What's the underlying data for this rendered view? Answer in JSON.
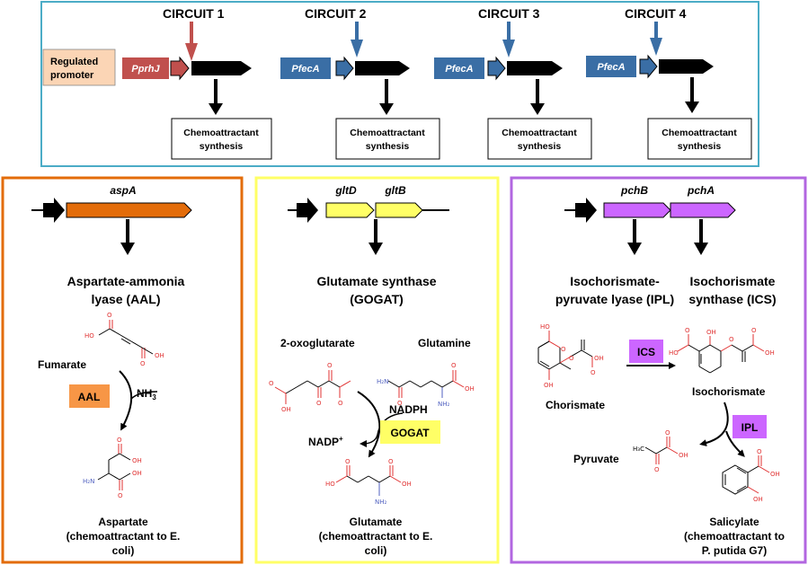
{
  "circuits": {
    "labels": [
      "CIRCUIT 1",
      "CIRCUIT 2",
      "CIRCUIT 3",
      "CIRCUIT 4"
    ],
    "regulated_promoter": "Regulated promoter",
    "regulated_promoter_l1": "Regulated",
    "regulated_promoter_l2": "promoter",
    "promoters": [
      "PprhJ",
      "PfecA",
      "PfecA",
      "PfecA"
    ],
    "output_l1": "Chemoattractant",
    "output_l2": "synthesis",
    "colors": {
      "circuit1": "#c0504d",
      "other": "#3a6ea5",
      "frame": "#4bacc6",
      "promoter_box": "#fbd5b5"
    }
  },
  "panels": [
    {
      "color": "#e36c0a",
      "genes": [
        "aspA"
      ],
      "gene_color": "#e36c0a",
      "enzyme": [
        "Aspartate-ammonia",
        "lyase (AAL)"
      ],
      "substrate": "Fumarate",
      "cofactor": "NH3",
      "enzyme_tag": "AAL",
      "tag_color": "#f79646",
      "product": "Aspartate",
      "product_note": [
        "(chemoattractant to E.",
        "coli)"
      ]
    },
    {
      "color": "#ffff66",
      "genes": [
        "gltD",
        "gltB"
      ],
      "gene_color": "#ffff66",
      "enzyme": [
        "Glutamate synthase",
        "(GOGAT)"
      ],
      "substrates": [
        "2-oxoglutarate",
        "Glutamine"
      ],
      "cofactor_in": "NADPH",
      "cofactor_out": "NADP+",
      "enzyme_tag": "GOGAT",
      "tag_color": "#ffff66",
      "product": "Glutamate",
      "product_note": [
        "(chemoattractant to E.",
        "coli)"
      ]
    },
    {
      "color": "#b266e0",
      "genes": [
        "pchB",
        "pchA"
      ],
      "gene_color": "#cc66ff",
      "enzymes": [
        [
          "Isochorismate-",
          "pyruvate lyase (IPL)"
        ],
        [
          "Isochorismate",
          "synthase (ICS)"
        ]
      ],
      "substrate": "Chorismate",
      "intermediate": "Isochorismate",
      "byproduct": "Pyruvate",
      "tags": [
        "ICS",
        "IPL"
      ],
      "tag_color": "#cc66ff",
      "product": "Salicylate",
      "product_note": [
        "(chemoattractant to",
        "P. putida G7)"
      ]
    }
  ]
}
